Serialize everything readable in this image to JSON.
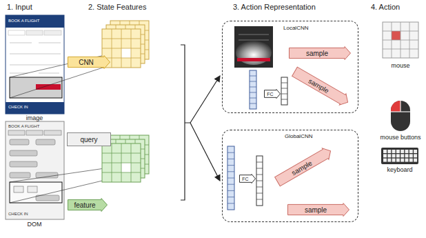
{
  "diagram": {
    "nodes": [
      {
        "text": [
          "CNN"
        ]
      },
      {
        "text": [
          "query"
        ]
      },
      {
        "text": [
          "feature"
        ]
      },
      {
        "text": [
          "LocalCNN"
        ]
      },
      {
        "text": [
          "FC"
        ],
        "in": 3
      },
      {
        "text": [
          "sample"
        ],
        "in": 3
      },
      {
        "text": [
          "sample"
        ],
        "in": 3
      },
      {
        "text": [
          "GlobalCNN"
        ]
      },
      {
        "text": [
          "FC"
        ],
        "in": 7
      },
      {
        "text": [
          "sample"
        ],
        "in": 7
      },
      {
        "text": [
          "sample"
        ],
        "in": 7
      }
    ],
    "labels": [
      "1. Input",
      "2. State Features",
      "3. Action Representation",
      "4. Action",
      "BOOK A FLIGHT",
      "CHECK IN",
      "image",
      "BOOK A FLIGHT",
      "CHECK IN",
      "DOM",
      "mouse",
      "mouse buttons",
      "keyboard"
    ]
  }
}
